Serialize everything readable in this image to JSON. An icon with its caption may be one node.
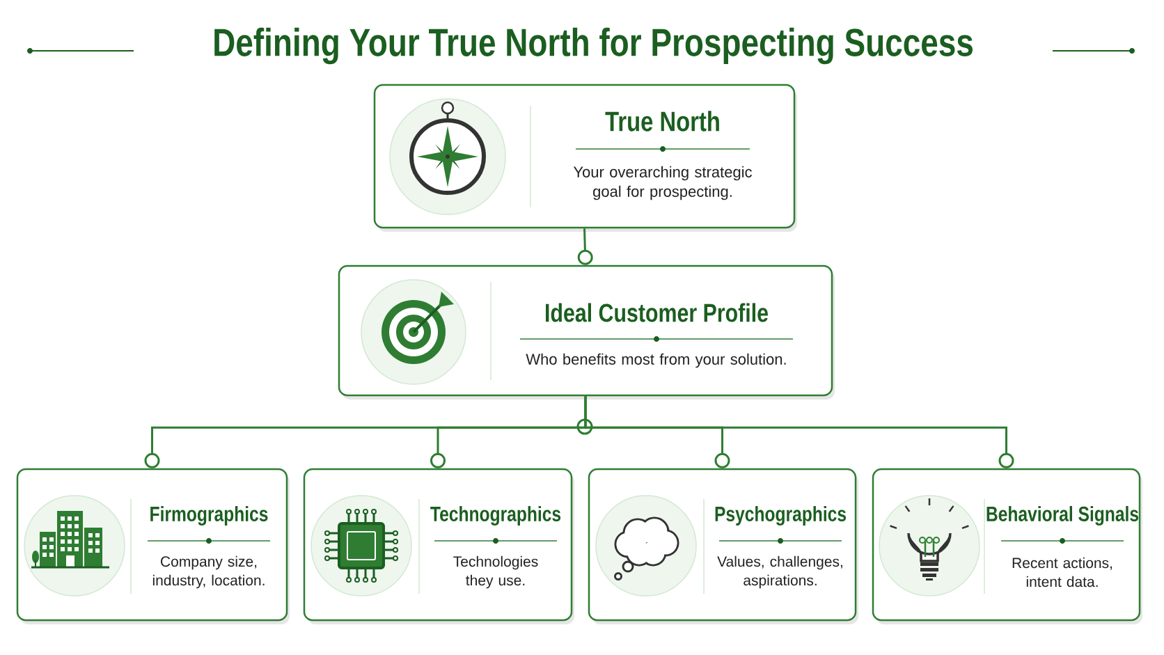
{
  "diagram": {
    "title": "Defining Your True North for Prospecting Success",
    "nodes": [
      {
        "text": [
          "True North",
          "Your overarching strategic goal for prospecting."
        ]
      },
      {
        "text": [
          "Ideal Customer Profile",
          "Who benefits most from your solution."
        ]
      },
      {
        "text": [
          "Firmographics",
          "Company size, industry, location."
        ]
      },
      {
        "text": [
          "Technographics",
          "Technologies they use."
        ]
      },
      {
        "text": [
          "Psychographics",
          "Values, challenges, aspirations."
        ]
      },
      {
        "text": [
          "Behavioral Signals",
          "Recent actions, intent data."
        ]
      }
    ],
    "edges": [
      {
        "from": 0,
        "to": 1,
        "arrow": "other"
      },
      {
        "from": 1,
        "to": 2,
        "arrow": "other"
      },
      {
        "from": 1,
        "to": 3,
        "arrow": "other"
      },
      {
        "from": 1,
        "to": 4,
        "arrow": "other"
      },
      {
        "from": 1,
        "to": 5,
        "arrow": "other"
      }
    ]
  }
}
